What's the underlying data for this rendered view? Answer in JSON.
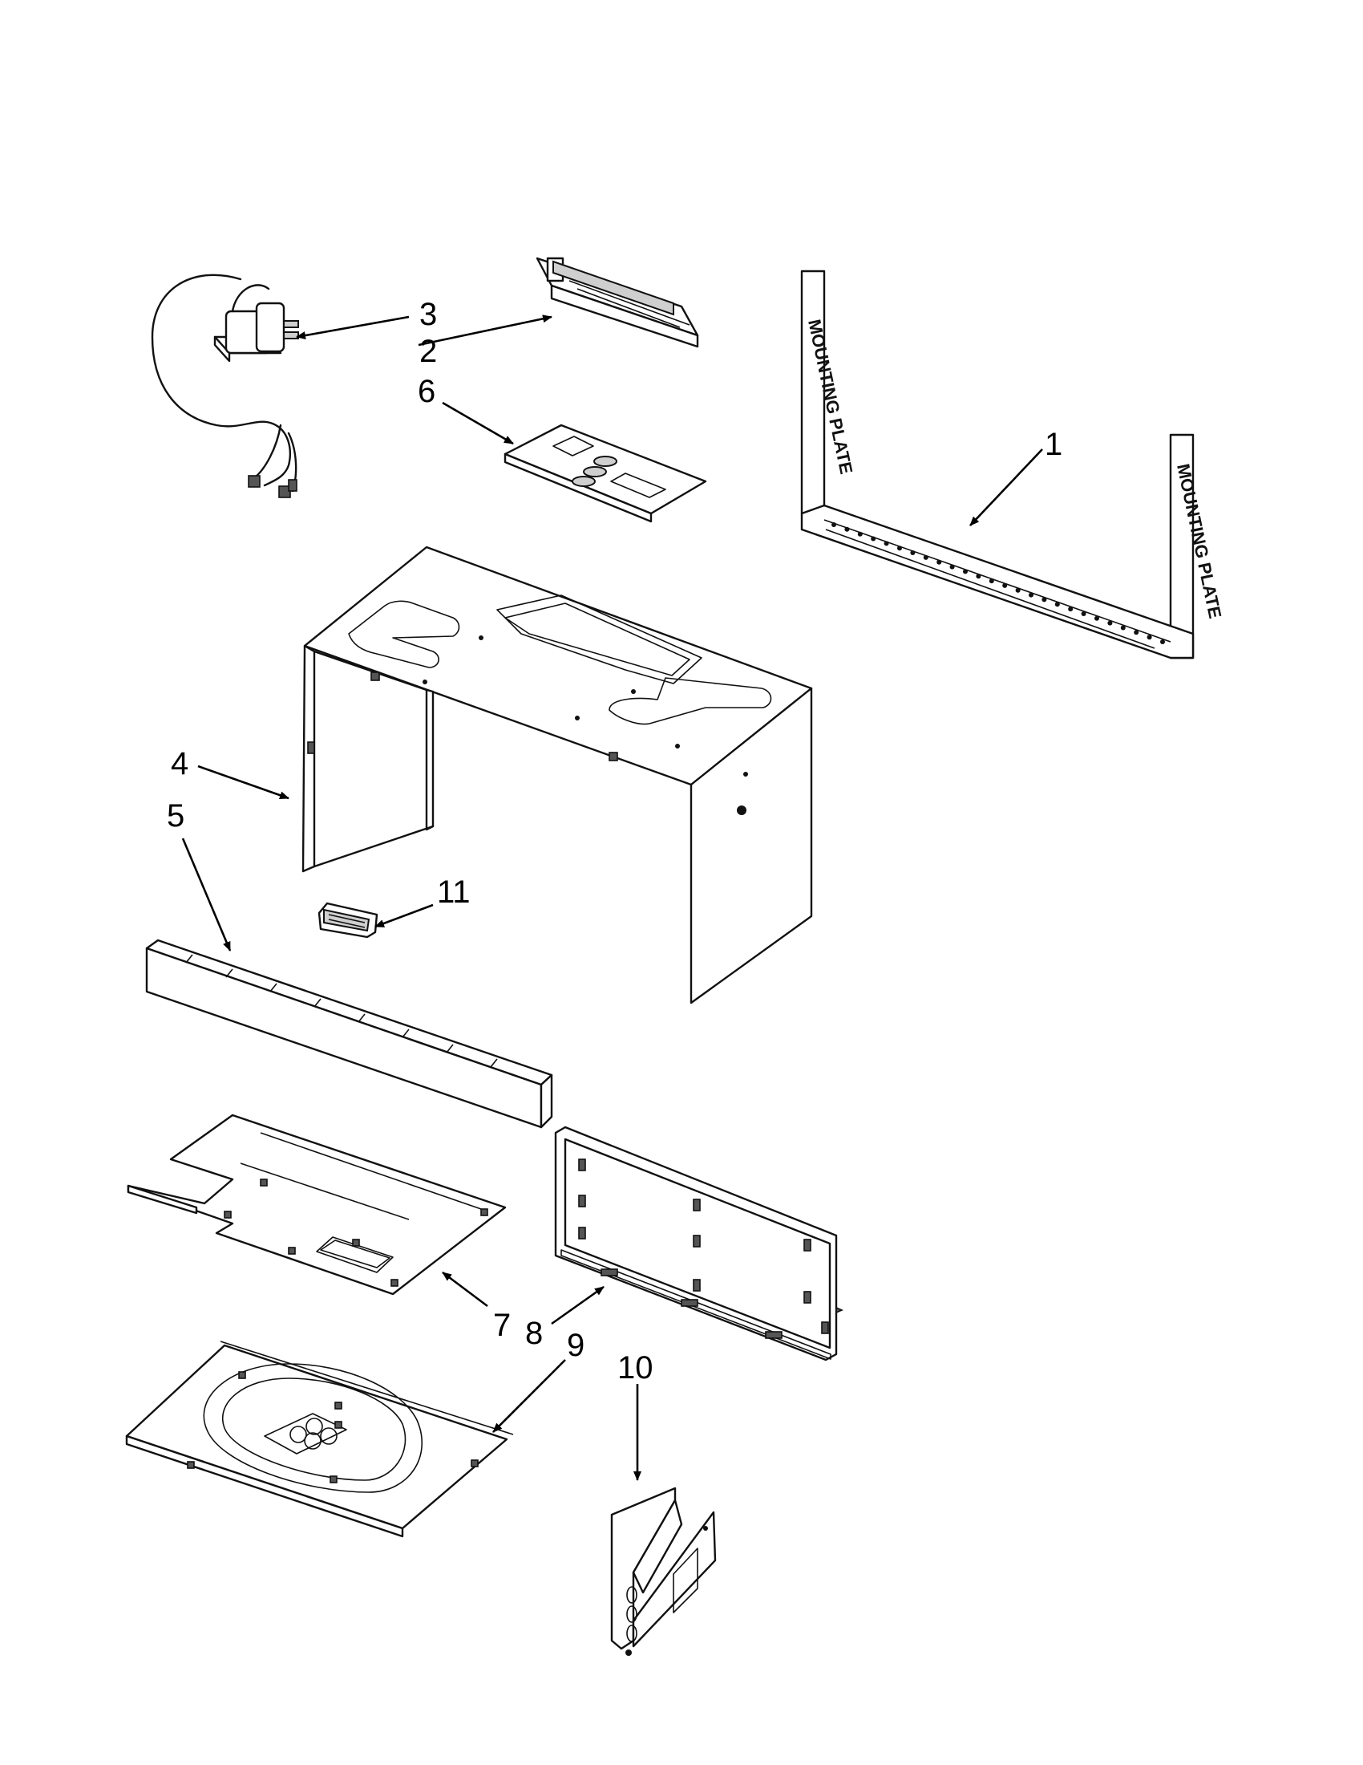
{
  "callouts": [
    {
      "id": "1",
      "text": "1"
    },
    {
      "id": "2",
      "text": "2"
    },
    {
      "id": "3",
      "text": "3"
    },
    {
      "id": "4",
      "text": "4"
    },
    {
      "id": "5",
      "text": "5"
    },
    {
      "id": "6",
      "text": "6"
    },
    {
      "id": "7",
      "text": "7"
    },
    {
      "id": "8",
      "text": "8"
    },
    {
      "id": "9",
      "text": "9"
    },
    {
      "id": "10",
      "text": "10"
    },
    {
      "id": "11",
      "text": "11"
    }
  ],
  "mounting_plate": {
    "stamp_text": "MOUNTING PLATE"
  }
}
